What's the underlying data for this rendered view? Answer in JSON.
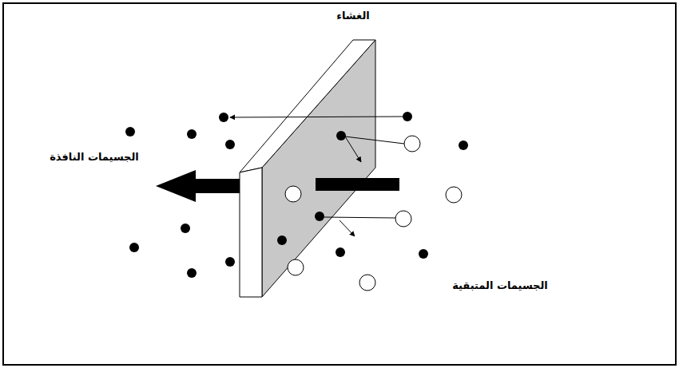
{
  "diagram": {
    "labels": [
      "الغشاء",
      "الجسيمات النافذة",
      "الجسيمات المتبقية"
    ]
  }
}
